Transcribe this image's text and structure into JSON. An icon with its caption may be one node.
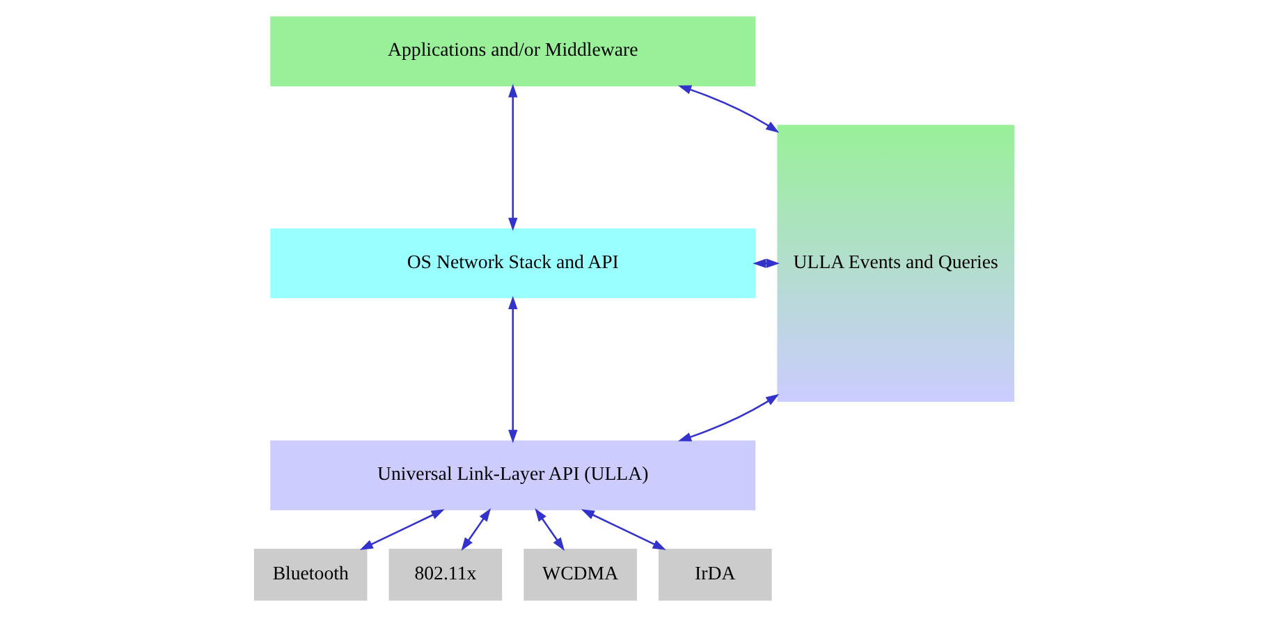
{
  "diagram": {
    "nodes": [
      {
        "text": [
          "Applications and/or Middleware"
        ]
      },
      {
        "text": [
          "OS Network Stack and API"
        ]
      },
      {
        "text": [
          "Universal Link-Layer API (ULLA)"
        ]
      },
      {
        "text": [
          "ULLA Events and Queries"
        ]
      },
      {
        "text": [
          "Bluetooth"
        ]
      },
      {
        "text": [
          "802.11x"
        ]
      },
      {
        "text": [
          "WCDMA"
        ]
      },
      {
        "text": [
          "IrDA"
        ]
      }
    ],
    "edges": [
      {
        "from": 0,
        "to": 3,
        "arrow": "both"
      },
      {
        "from": 0,
        "to": 1,
        "arrow": "both"
      },
      {
        "from": 1,
        "to": 3,
        "arrow": "both"
      },
      {
        "from": 1,
        "to": 2,
        "arrow": "both"
      },
      {
        "from": 2,
        "to": 3,
        "arrow": "both"
      },
      {
        "from": 2,
        "to": 4,
        "arrow": "both"
      },
      {
        "from": 2,
        "to": 5,
        "arrow": "both"
      },
      {
        "from": 2,
        "to": 6,
        "arrow": "both"
      },
      {
        "from": 2,
        "to": 7,
        "arrow": "both"
      }
    ]
  }
}
